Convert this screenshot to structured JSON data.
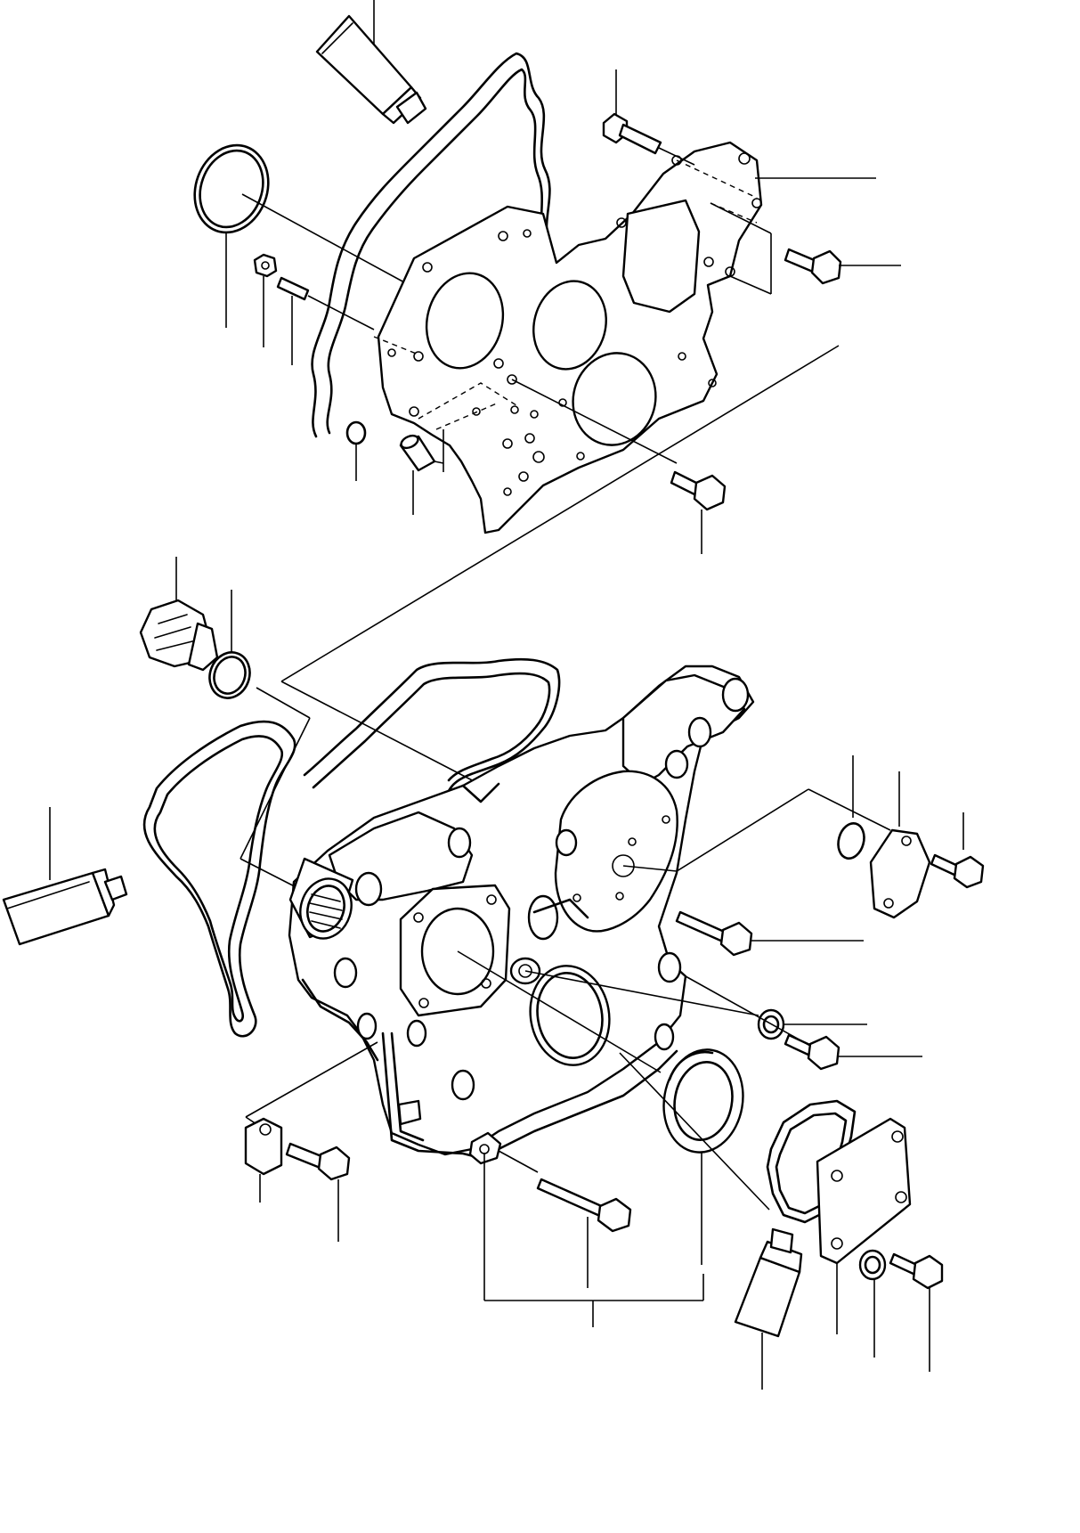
{
  "diagram": {
    "description_hidden": "",
    "parts": [
      {
        "name": "sealant-tube-top"
      },
      {
        "name": "o-ring-large"
      },
      {
        "name": "gasket-top"
      },
      {
        "name": "front-plate"
      },
      {
        "name": "bolt-top-right-1"
      },
      {
        "name": "bolt-top-right-2"
      },
      {
        "name": "bolt-plate-center"
      },
      {
        "name": "nut-small"
      },
      {
        "name": "stud-small"
      },
      {
        "name": "o-ring-small"
      },
      {
        "name": "dowel-pin"
      },
      {
        "name": "plug"
      },
      {
        "name": "o-ring-plug"
      },
      {
        "name": "gasket-left"
      },
      {
        "name": "sealant-tube-left"
      },
      {
        "name": "gear-case"
      },
      {
        "name": "gasket-middle"
      },
      {
        "name": "o-ring-right"
      },
      {
        "name": "cover-small"
      },
      {
        "name": "bolt-cover-small"
      },
      {
        "name": "bolt-case-long"
      },
      {
        "name": "washer"
      },
      {
        "name": "bolt-washer"
      },
      {
        "name": "oil-seal"
      },
      {
        "name": "gasket-cover"
      },
      {
        "name": "cover-plate"
      },
      {
        "name": "washer-cover"
      },
      {
        "name": "bolt-cover"
      },
      {
        "name": "sealant-tube-bottom"
      },
      {
        "name": "clamp"
      },
      {
        "name": "bolt-clamp"
      },
      {
        "name": "bolt-case-bottom"
      }
    ]
  }
}
